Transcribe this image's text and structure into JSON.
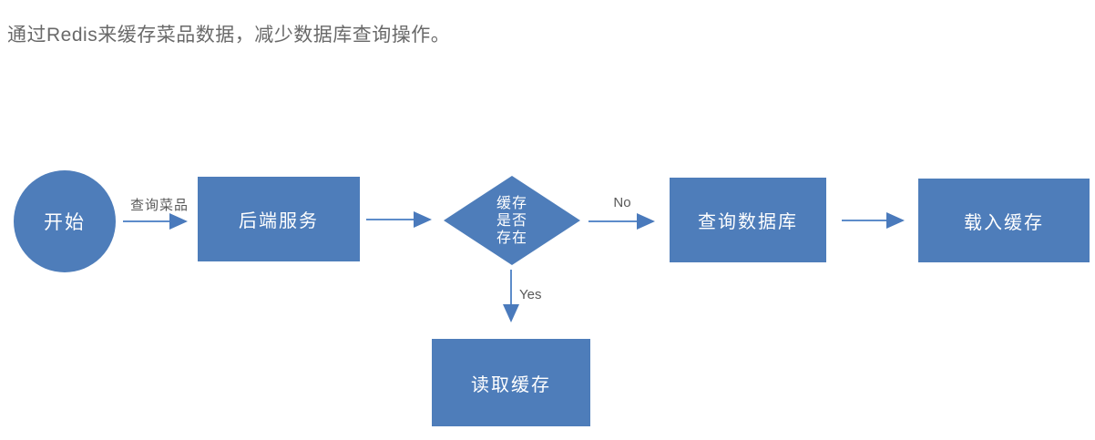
{
  "title": "通过Redis来缓存菜品数据，减少数据库查询操作。",
  "colors": {
    "shape_fill": "#4E7DBA",
    "shape_text": "#FFFFFF",
    "arrow": "#5585C5",
    "edge_label_text": "#595959",
    "title_text": "#696969",
    "background": "#FFFFFF"
  },
  "flowchart": {
    "nodes": {
      "start": {
        "type": "circle",
        "label": "开始"
      },
      "backend": {
        "type": "rect",
        "label": "后端服务"
      },
      "cache_check": {
        "type": "diamond",
        "label": "缓存\n是否\n存在"
      },
      "query_db": {
        "type": "rect",
        "label": "查询数据库"
      },
      "load_cache": {
        "type": "rect",
        "label": "载入缓存"
      },
      "read_cache": {
        "type": "rect",
        "label": "读取缓存"
      }
    },
    "edges": [
      {
        "from": "start",
        "to": "backend",
        "label": "查询菜品"
      },
      {
        "from": "backend",
        "to": "cache_check",
        "label": ""
      },
      {
        "from": "cache_check",
        "to": "query_db",
        "label": "No"
      },
      {
        "from": "query_db",
        "to": "load_cache",
        "label": ""
      },
      {
        "from": "cache_check",
        "to": "read_cache",
        "label": "Yes"
      }
    ]
  }
}
